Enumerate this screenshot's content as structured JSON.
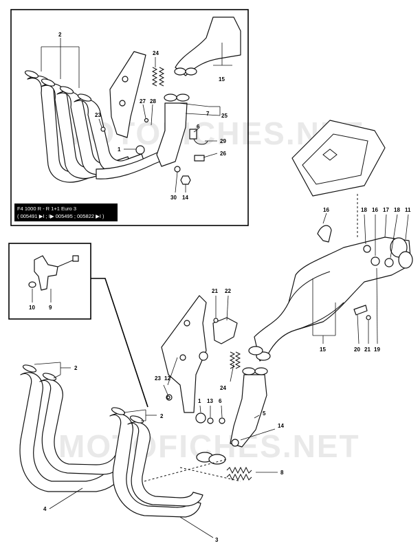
{
  "watermark": "MOTOFICHES.NET",
  "inset_label": {
    "line1": "F4 1000 R - R 1+1 Euro 3",
    "line2": "( 005491 ▶I ; I▶ 005495 ; 005822 ▶I )"
  },
  "callouts": {
    "c2a": "2",
    "c24a": "24",
    "c23a": "23",
    "c27": "27",
    "c28": "28",
    "c7": "7",
    "c25": "25",
    "c6a": "6",
    "c1a": "1",
    "c29": "29",
    "c26": "26",
    "c30": "30",
    "c14a": "14",
    "c15a": "15",
    "c10": "10",
    "c9": "9",
    "c16a": "16",
    "c18a": "18",
    "c16b": "16",
    "c17": "17",
    "c18b": "18",
    "c11": "11",
    "c21a": "21",
    "c22": "22",
    "c15b": "15",
    "c20": "20",
    "c21b": "21",
    "c19": "19",
    "c2b": "2",
    "c23b": "23",
    "c12": "12",
    "c24b": "24",
    "c1b": "1",
    "c13": "13",
    "c6b": "6",
    "c2c": "2",
    "c5": "5",
    "c14b": "14",
    "c8": "8",
    "c4": "4",
    "c3": "3"
  }
}
